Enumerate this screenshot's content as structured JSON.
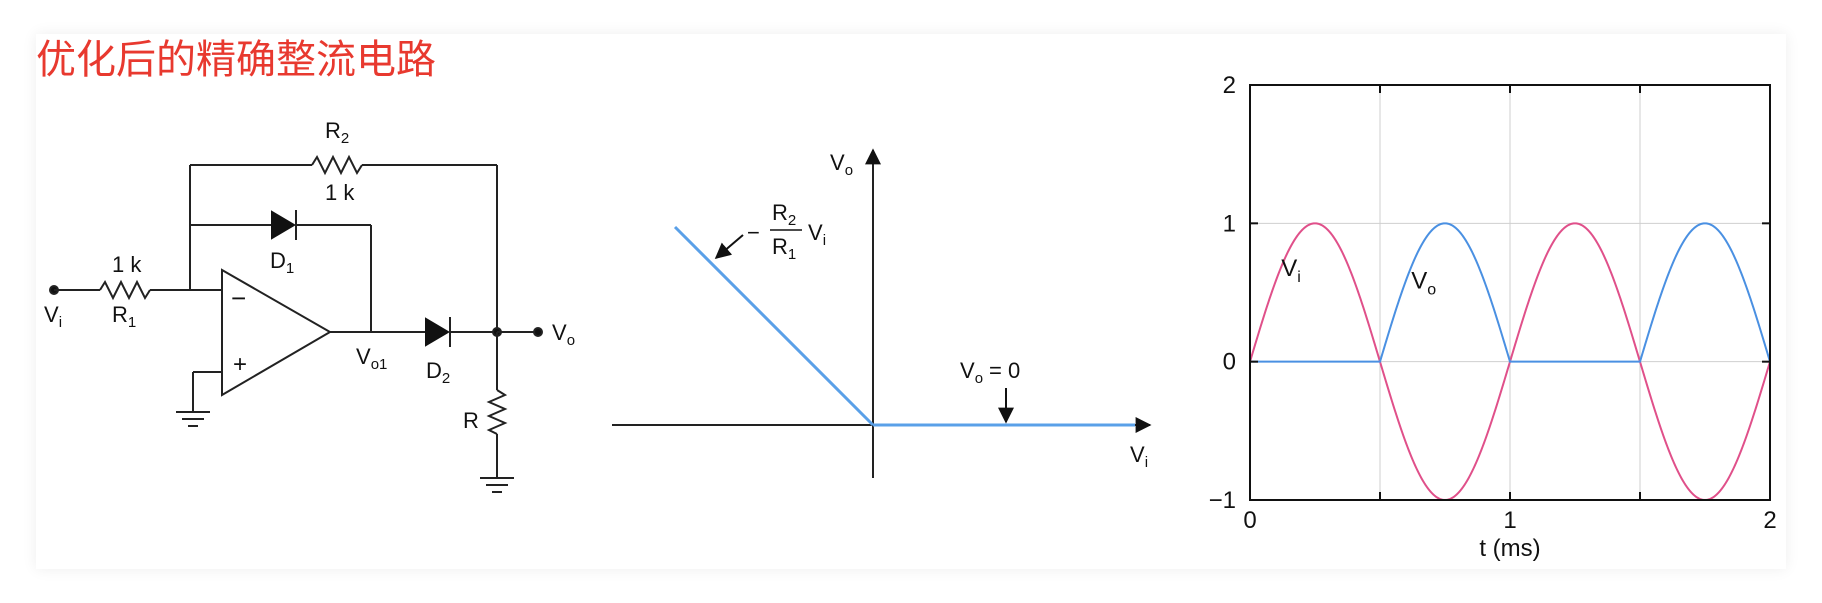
{
  "title": "优化后的精确整流电路",
  "colors": {
    "title": "#e8392f",
    "vi_curve": "#e0508a",
    "vo_curve": "#4a90e2",
    "transfer_line": "#5aa0e8"
  },
  "circuit": {
    "r1_value": "1 k",
    "r1_sub": "1",
    "r2_value": "1 k",
    "r2_sub": "2",
    "d1_sub": "1",
    "d2_sub": "2",
    "vi_sub": "i",
    "vo_sub": "o",
    "vo1_sub": "o1",
    "r": "R",
    "d": "D",
    "v": "V",
    "minus_sign": "−",
    "plus_sign": "+"
  },
  "transfer": {
    "v": "V",
    "vo_sub": "o",
    "vi_sub": "i",
    "slope_minus": "−",
    "slope_r": "R",
    "slope_num_sub": "2",
    "slope_den_sub": "1",
    "zero_label": "= 0"
  },
  "chart_data": {
    "type": "line",
    "title": "",
    "xlabel": "t (ms)",
    "ylabel": "",
    "xlim": [
      0,
      2
    ],
    "ylim": [
      -1,
      2
    ],
    "xticks": [
      "0",
      "1",
      "2"
    ],
    "yticks": [
      "−1",
      "0",
      "1",
      "2"
    ],
    "grid": true,
    "annotations": [
      {
        "text": "V",
        "sub": "i",
        "x": 0.12,
        "y": 0.62
      },
      {
        "text": "V",
        "sub": "o",
        "x": 0.62,
        "y": 0.53
      }
    ],
    "series": [
      {
        "name": "Vi",
        "color": "#e0508a",
        "x": [
          0,
          0.125,
          0.25,
          0.375,
          0.5,
          0.625,
          0.75,
          0.875,
          1.0,
          1.125,
          1.25,
          1.375,
          1.5,
          1.625,
          1.75,
          1.875,
          2.0
        ],
        "y": [
          0,
          0.71,
          1,
          0.71,
          0,
          -0.71,
          -1,
          -0.71,
          0,
          0.71,
          1,
          0.71,
          0,
          -0.71,
          -1,
          -0.71,
          0
        ]
      },
      {
        "name": "Vo",
        "color": "#4a90e2",
        "x": [
          0,
          0.125,
          0.25,
          0.375,
          0.5,
          0.625,
          0.75,
          0.875,
          1.0,
          1.125,
          1.25,
          1.375,
          1.5,
          1.625,
          1.75,
          1.875,
          2.0
        ],
        "y": [
          0,
          0,
          0,
          0,
          0,
          0.71,
          1,
          0.71,
          0,
          0,
          0,
          0,
          0,
          0.71,
          1,
          0.71,
          0
        ]
      }
    ]
  }
}
